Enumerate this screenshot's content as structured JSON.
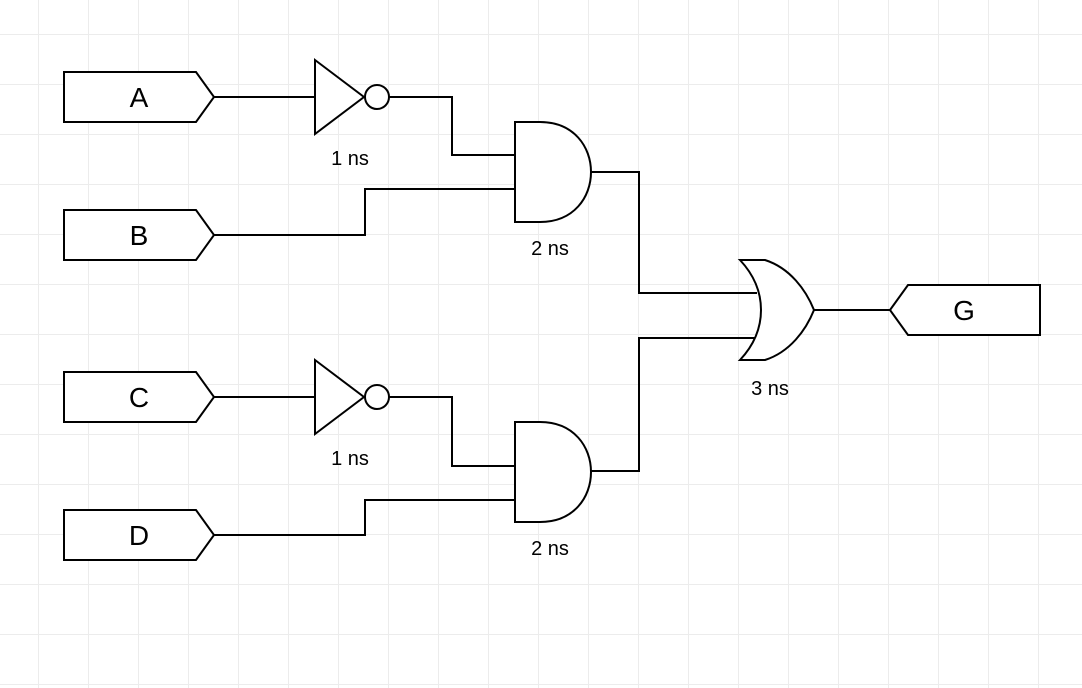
{
  "inputs": {
    "a": "A",
    "b": "B",
    "c": "C",
    "d": "D"
  },
  "output": {
    "g": "G"
  },
  "delays": {
    "not_top": "1 ns",
    "and_top": "2 ns",
    "not_bottom": "1 ns",
    "and_bottom": "2 ns",
    "or": "3 ns"
  }
}
